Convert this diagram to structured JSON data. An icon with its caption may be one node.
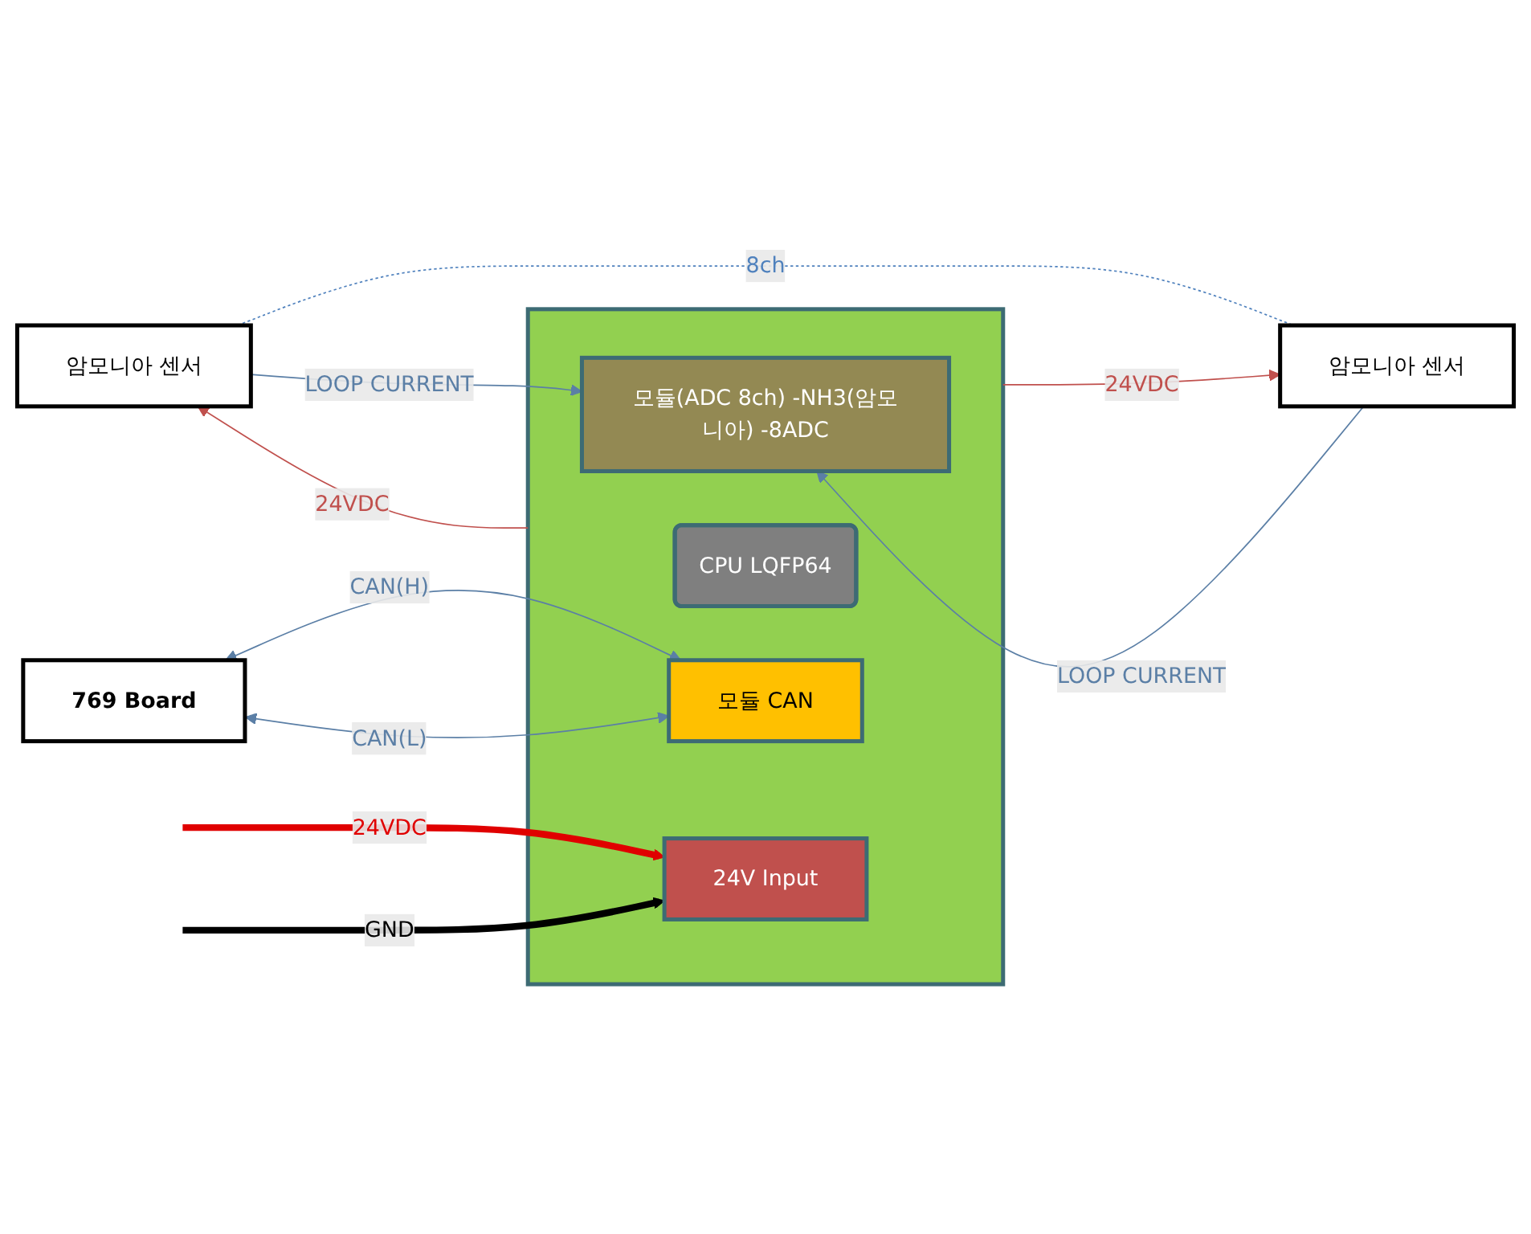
{
  "diagram": {
    "nodes": [
      {
        "text": [
          "암모니아 센서"
        ]
      },
      {
        "text": [
          "암모니아 센서"
        ]
      },
      {
        "text": [],
        "shape": "box"
      },
      {
        "text": [
          "모듈(ADC 8ch) -NH3(암모니아) -8ADC"
        ],
        "in": 2
      },
      {
        "text": [
          "CPU LQFP64"
        ],
        "in": 2
      },
      {
        "text": [
          "모듈 CAN"
        ],
        "in": 2
      },
      {
        "text": [
          "24V Input"
        ],
        "in": 2
      },
      {
        "text": [
          "769 Board"
        ]
      }
    ],
    "edges": [
      {
        "from": 2,
        "to": 0,
        "arrow": "to",
        "label": "24VDC",
        "color": "#c0504d"
      },
      {
        "from": 0,
        "to": 3,
        "arrow": "to",
        "label": "LOOP CURRENT"
      },
      {
        "from": 0,
        "to": 1,
        "arrow": "none",
        "label": "8ch",
        "style": "dashed",
        "color": "#4f81bd"
      },
      {
        "from": 2,
        "to": 1,
        "arrow": "to",
        "label": "24VDC",
        "color": "#c0504d"
      },
      {
        "from": 1,
        "to": 3,
        "arrow": "to",
        "label": "LOOP CURRENT"
      },
      {
        "from": 7,
        "to": 5,
        "arrow": "both",
        "label": "CAN(H)"
      },
      {
        "from": 7,
        "to": 5,
        "arrow": "both",
        "label": "CAN(L)"
      },
      {
        "from": null,
        "to": 6,
        "arrow": "to",
        "label": "24VDC",
        "style": "thick",
        "color": "#e00000"
      },
      {
        "from": null,
        "to": 6,
        "arrow": "to",
        "label": "GND",
        "style": "thick",
        "color": "#000000"
      }
    ]
  }
}
